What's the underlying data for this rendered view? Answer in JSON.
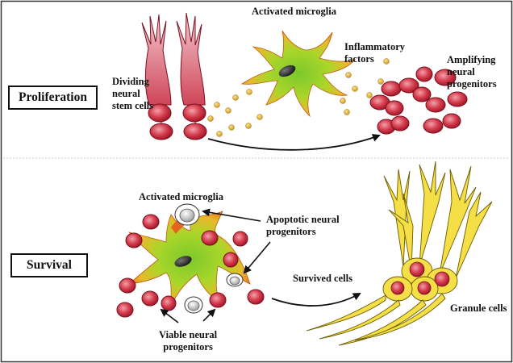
{
  "sections": {
    "proliferation": "Proliferation",
    "survival": "Survival"
  },
  "labels": {
    "activated_microglia_top": "Activated microglia",
    "dividing_neural_stem_cells": "Dividing\nneural\nstem cells",
    "inflammatory_factors": "Inflammatory\nfactors",
    "amplifying_neural_progenitors": "Amplifying\nneural\nprogenitors",
    "activated_microglia_bottom": "Activated microglia",
    "apoptotic_neural_progenitors": "Apoptotic neural\nprogenitors",
    "survived_cells": "Survived cells",
    "granule_cells": "Granule cells",
    "viable_neural_progenitors": "Viable neural\nprogenitors"
  },
  "colors": {
    "cell_red": "#c8273a",
    "microglia_green": "#8fd12a",
    "microglia_orange": "#e8791e",
    "factor_gold": "#e7b53a",
    "granule_yellow": "#f4e046",
    "apoptotic_grey": "#cfcfcf"
  }
}
